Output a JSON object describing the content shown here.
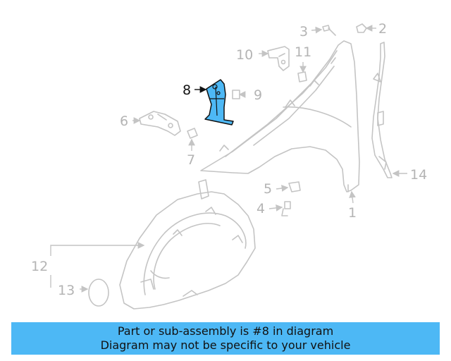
{
  "diagram": {
    "highlighted_callout": "8",
    "callouts": [
      "1",
      "2",
      "3",
      "4",
      "5",
      "6",
      "7",
      "8",
      "9",
      "10",
      "11",
      "12",
      "13",
      "14"
    ],
    "colors": {
      "highlight": "#4db8f5",
      "parts": "#c4c4c4",
      "labels": "#b4b4b4",
      "highlight_outline": "#111111"
    }
  },
  "banner": {
    "line1": "Part or sub-assembly is #8 in diagram",
    "line2": "Diagram may not be specific to your vehicle",
    "background": "#4db8f5"
  }
}
